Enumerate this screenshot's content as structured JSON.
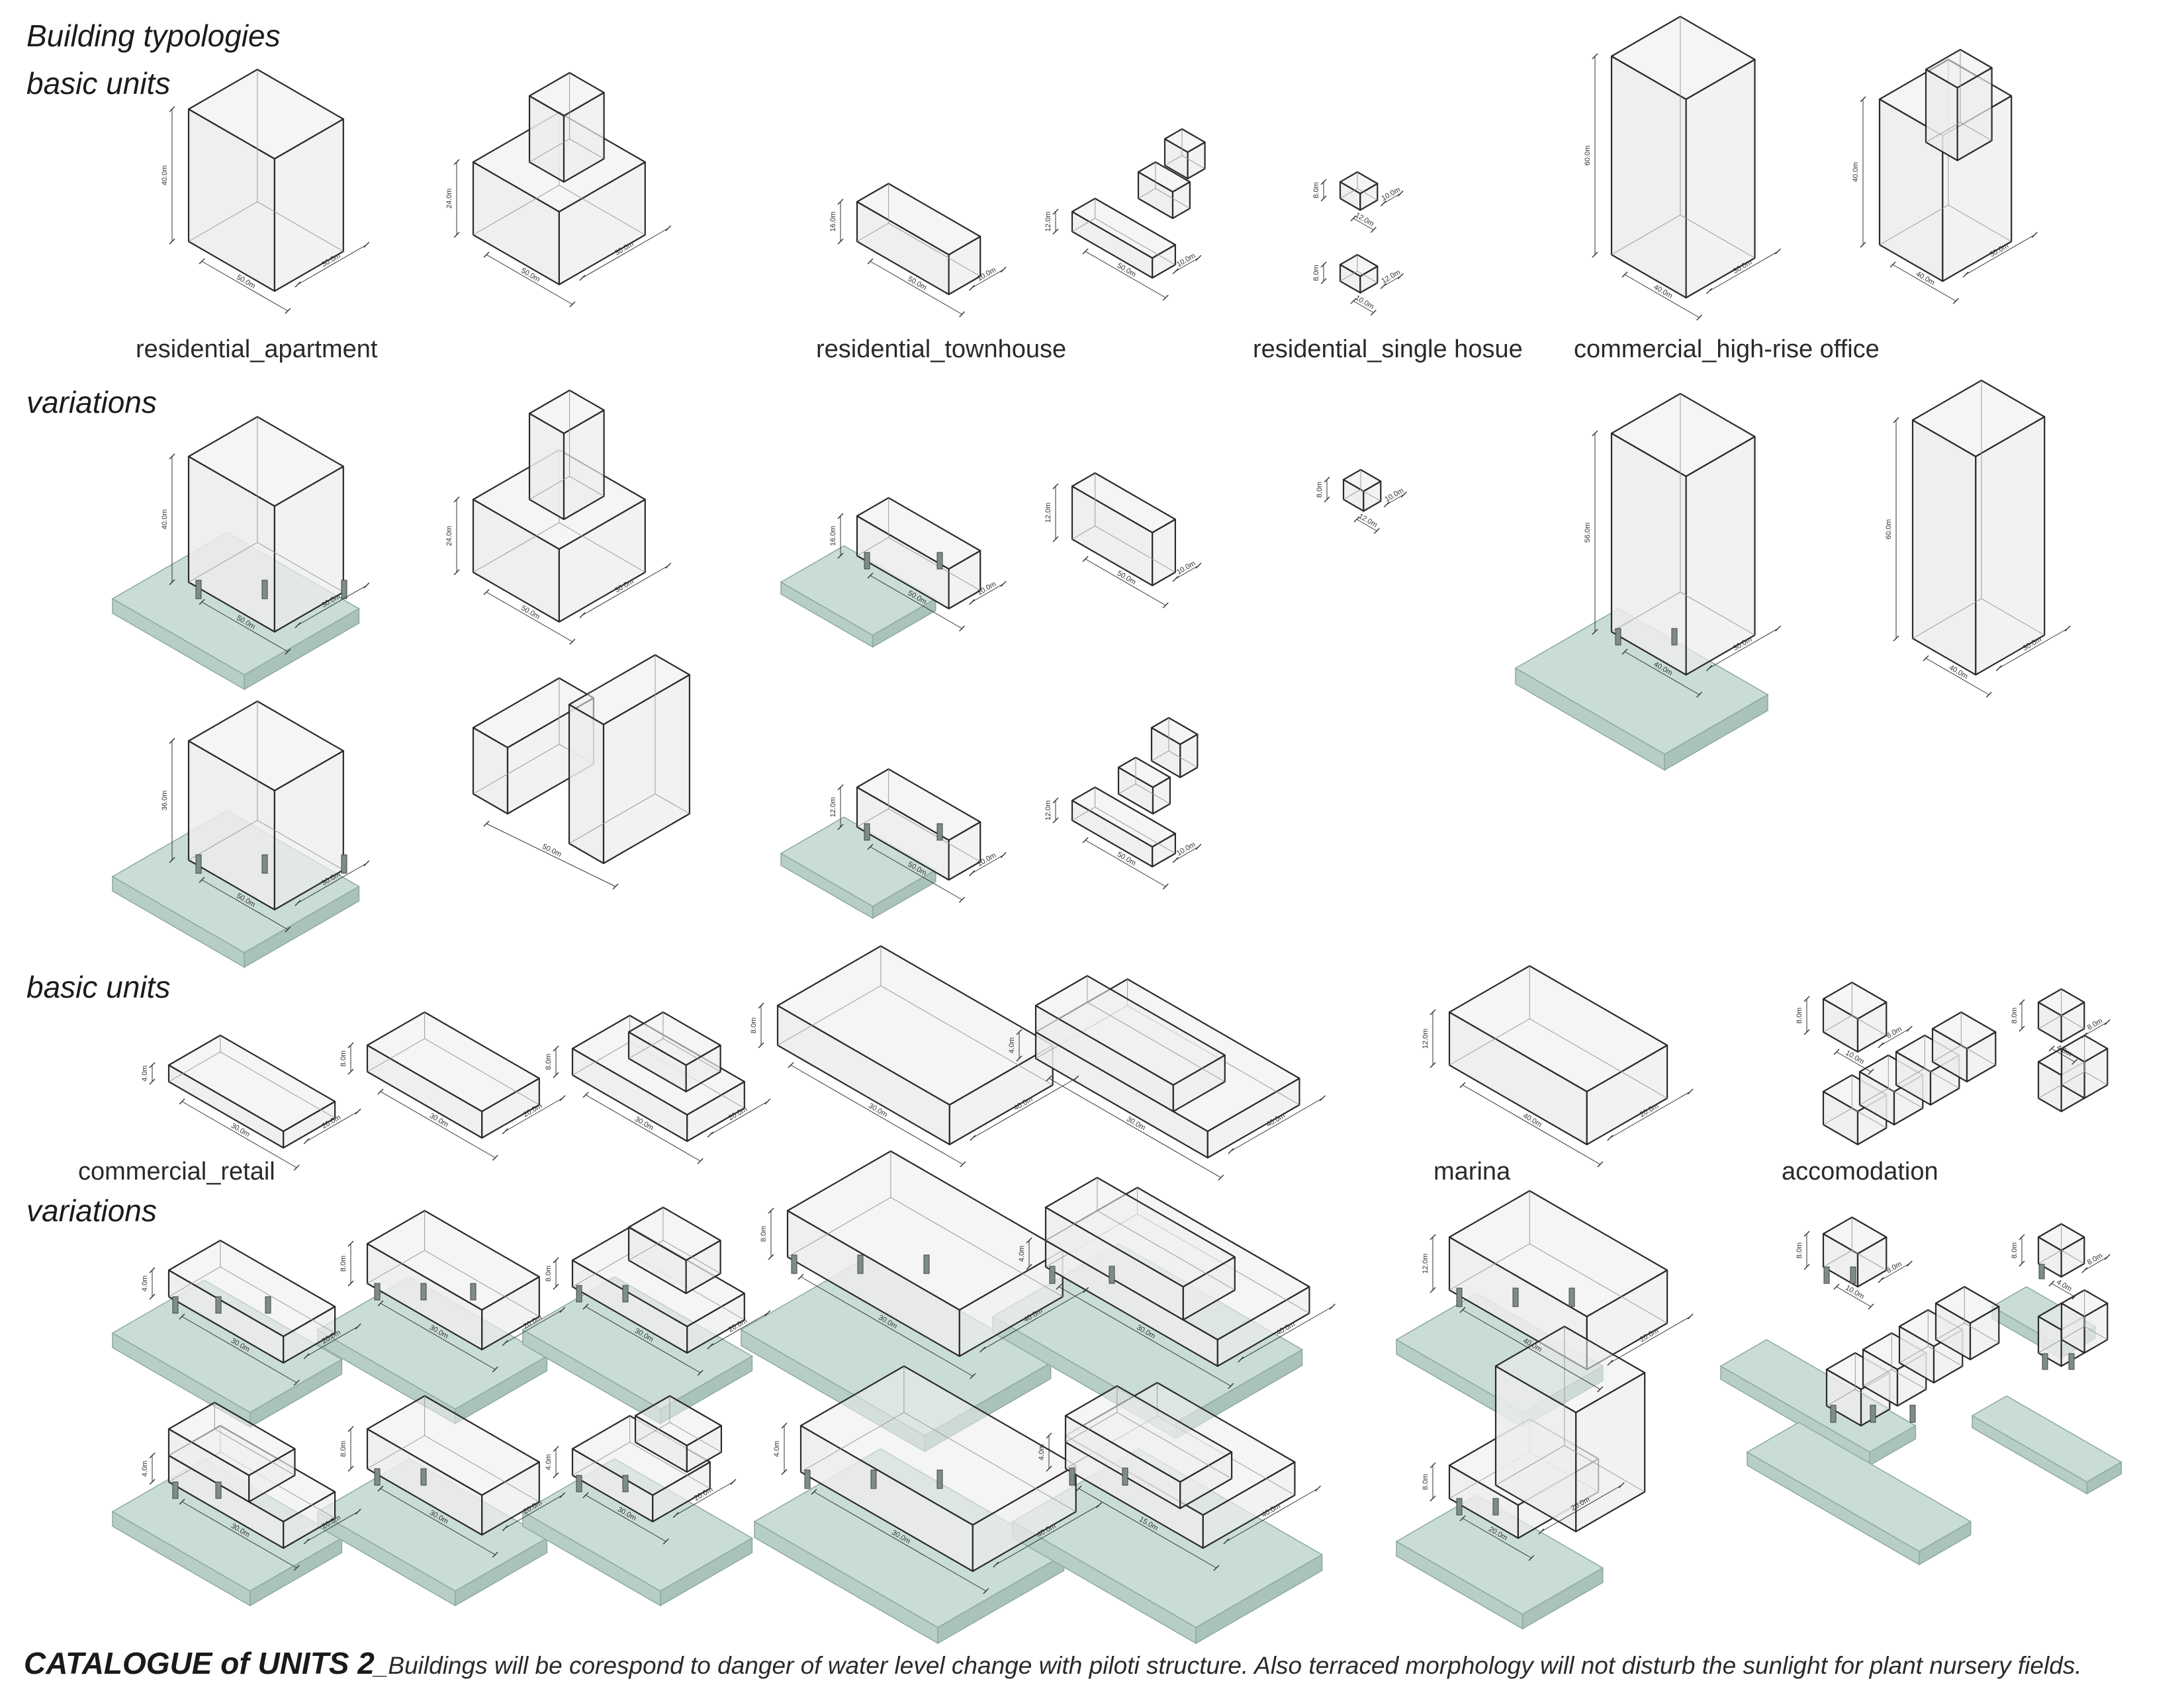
{
  "headers": {
    "title": "Building typologies",
    "basic_units_1": "basic units",
    "variations_1": "variations",
    "basic_units_2": "basic units",
    "variations_2": "variations"
  },
  "captions": {
    "residential_apartment": "residential_apartment",
    "residential_townhouse": "residential_townhouse",
    "residential_single": "residential_single hosue",
    "commercial_highrise": "commercial_high-rise office",
    "commercial_retail": "commercial_retail",
    "marina": "marina",
    "accomodation": "accomodation"
  },
  "footer": {
    "bold": "CATALOGUE of UNITS 2",
    "text": "_Buildings will be corespond to danger of water level change with piloti structure. Also terraced morphology will not disturb the sunlight for plant nursery fields."
  },
  "dims": {
    "d40": "40.0m",
    "d30": "30.0m",
    "d50": "50.0m",
    "d16": "16.0m",
    "d24": "24.0m",
    "d10": "10.0m",
    "d12": "12.0m",
    "d8": "8.0m",
    "d60": "60.0m",
    "d25": "25.0m",
    "d4": "4.0m",
    "d36": "36.0m",
    "d56": "56.0m",
    "d20": "20.0m",
    "d15": "15.0m"
  },
  "colors": {
    "box_fill": "#ececec",
    "box_stroke": "#2b2b2b",
    "ground_fill": "#c9ddd6",
    "ground_stroke": "#8ea99f",
    "text": "#222222"
  }
}
